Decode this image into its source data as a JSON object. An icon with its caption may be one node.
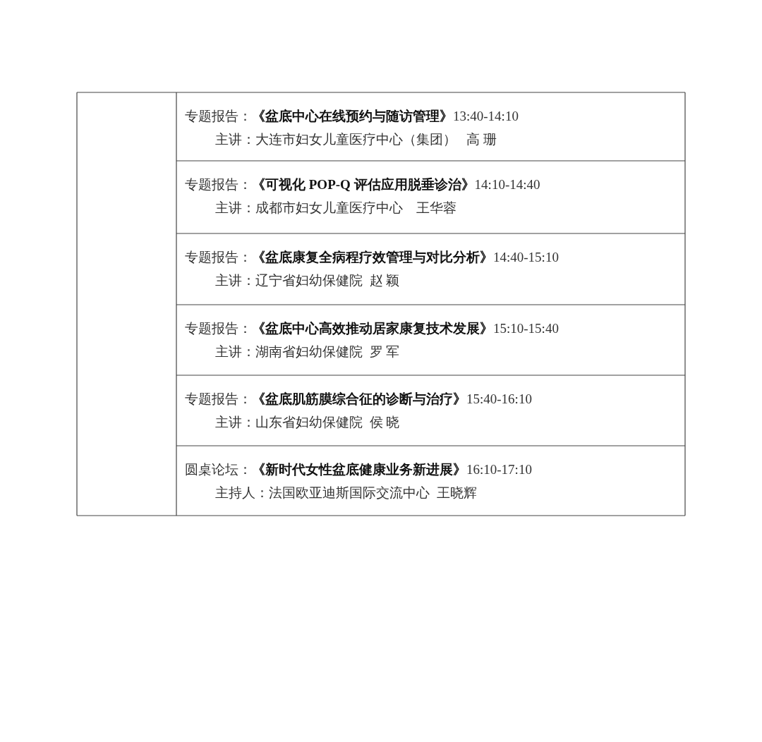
{
  "diagram": {
    "labels": [
      "专题报告：**《盆底中心在线预约与随访管理》**13:40-14:10",
      "主讲：大连市妇女儿童医疗中心（集团）   高 珊",
      "专题报告：**《可视化 POP-Q 评估应用脱垂诊治》**14:10-14:40",
      "主讲：成都市妇女儿童医疗中心    王华蓉",
      "专题报告：**《盆底康复全病程疗效管理与对比分析》**14:40-15:10",
      "主讲：辽宁省妇幼保健院  赵 颖",
      "专题报告：**《盆底中心高效推动居家康复技术发展》**15:10-15:40",
      "主讲：湖南省妇幼保健院  罗 军",
      "专题报告：**《盆底肌筋膜综合征的诊断与治疗》**15:40-16:10",
      "主讲：山东省妇幼保健院  侯 晓",
      "圆桌论坛：**《新时代女性盆底健康业务新进展》**16:10-17:10",
      "主持人：法国欧亚迪斯国际交流中心  王晓辉"
    ]
  }
}
